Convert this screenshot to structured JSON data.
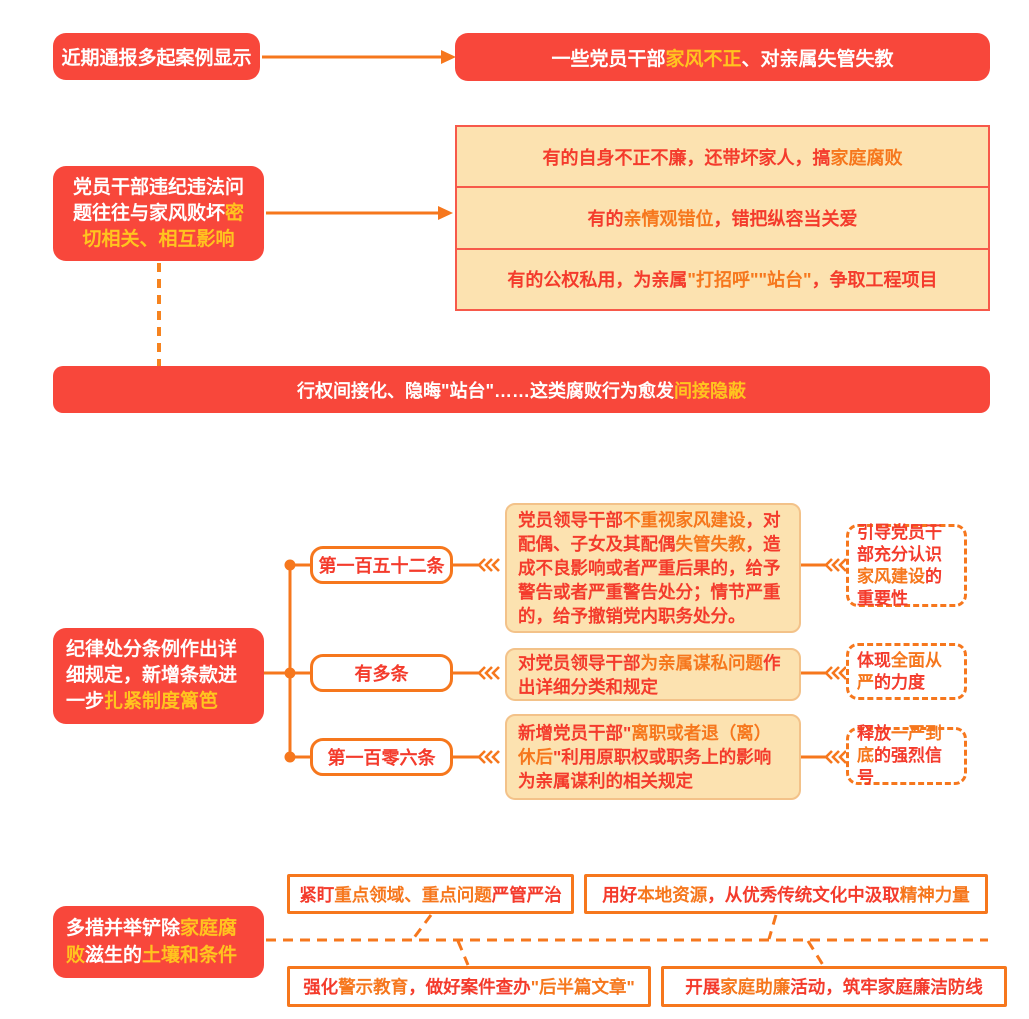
{
  "palette": {
    "box_red": "#f8473b",
    "highlight_yellow": "#ffc41f",
    "accent_orange": "#f6771d",
    "cream_fill": "#fce2b0",
    "table_border_red": "#f7594a",
    "text_red": "#f43b2c"
  },
  "section1": {
    "source_box": [
      {
        "t": "近期通报多起案例显示",
        "c": "w"
      }
    ],
    "result_box": [
      {
        "t": "一些党员干部",
        "c": "w"
      },
      {
        "t": "家风不正",
        "c": "y"
      },
      {
        "t": "、对亲属失管失教",
        "c": "w"
      }
    ]
  },
  "section2": {
    "left_box": [
      {
        "t": "党员干部违纪违法问题往往与家风败坏",
        "c": "w"
      },
      {
        "t": "密切相关、相互影响",
        "c": "y"
      }
    ],
    "rows": [
      [
        {
          "t": "有的自身不正不廉，还带坏家人，搞",
          "c": "r"
        },
        {
          "t": "家庭腐败",
          "c": "o"
        }
      ],
      [
        {
          "t": "有的",
          "c": "r"
        },
        {
          "t": "亲情观错位",
          "c": "o"
        },
        {
          "t": "，错把纵容当关爱",
          "c": "r"
        }
      ],
      [
        {
          "t": "有的公权私用，为亲属",
          "c": "r"
        },
        {
          "t": "\"打招呼\"\"站台\"",
          "c": "o"
        },
        {
          "t": "，争取工程项目",
          "c": "r"
        }
      ]
    ],
    "banner": [
      {
        "t": "行权间接化、隐晦\"站台\"……这类腐败行为愈发",
        "c": "w"
      },
      {
        "t": "间接隐蔽",
        "c": "y"
      }
    ]
  },
  "section3": {
    "left_box": [
      {
        "t": "纪律处分条例作出详细规定，新增条款进一步",
        "c": "w"
      },
      {
        "t": "扎紧制度篱笆",
        "c": "y"
      }
    ],
    "branches": [
      {
        "label": [
          {
            "t": "第一百五十二条",
            "c": "r"
          }
        ],
        "detail": [
          {
            "t": "党员领导干部",
            "c": "r"
          },
          {
            "t": "不重视家风建设",
            "c": "o"
          },
          {
            "t": "，对配偶、子女及其配偶",
            "c": "r"
          },
          {
            "t": "失管失教",
            "c": "o"
          },
          {
            "t": "，造成不良影响或者严重后果的，给予警告或者严重警告处分；情节严重的，给予撤销党内职务处分。",
            "c": "r"
          }
        ],
        "takeaway": [
          {
            "t": "引导党员干部充分认识",
            "c": "r"
          },
          {
            "t": "家风建设",
            "c": "o"
          },
          {
            "t": "的重要性",
            "c": "r"
          }
        ]
      },
      {
        "label": [
          {
            "t": "有多条",
            "c": "r"
          }
        ],
        "detail": [
          {
            "t": "对党员领导干部",
            "c": "r"
          },
          {
            "t": "为亲属谋私问题",
            "c": "o"
          },
          {
            "t": "作出详细分类和规定",
            "c": "r"
          }
        ],
        "takeaway": [
          {
            "t": "体现",
            "c": "r"
          },
          {
            "t": "全面从严",
            "c": "o"
          },
          {
            "t": "的力度",
            "c": "r"
          }
        ]
      },
      {
        "label": [
          {
            "t": "第一百零六条",
            "c": "r"
          }
        ],
        "detail": [
          {
            "t": "新增党员干部\"",
            "c": "r"
          },
          {
            "t": "离职或者退（离）休后",
            "c": "o"
          },
          {
            "t": "\"利用原职权或职务上的影响为亲属谋利的相关规定",
            "c": "r"
          }
        ],
        "takeaway": [
          {
            "t": "释放",
            "c": "r"
          },
          {
            "t": "一严到底",
            "c": "o"
          },
          {
            "t": "的强烈信号",
            "c": "r"
          }
        ]
      }
    ]
  },
  "section4": {
    "left_box": [
      {
        "t": "多措并举铲除",
        "c": "w"
      },
      {
        "t": "家庭腐败",
        "c": "y"
      },
      {
        "t": "滋生的",
        "c": "w"
      },
      {
        "t": "土壤和条件",
        "c": "y"
      }
    ],
    "measures": [
      [
        {
          "t": "紧盯",
          "c": "r"
        },
        {
          "t": "重点领域、重点问题",
          "c": "o"
        },
        {
          "t": "严管严治",
          "c": "r"
        }
      ],
      [
        {
          "t": "用好",
          "c": "r"
        },
        {
          "t": "本地资源",
          "c": "o"
        },
        {
          "t": "，从优秀传统文化中汲取",
          "c": "r"
        },
        {
          "t": "精神力量",
          "c": "o"
        }
      ],
      [
        {
          "t": "强化",
          "c": "r"
        },
        {
          "t": "警示教育",
          "c": "o"
        },
        {
          "t": "，做好案件查办",
          "c": "r"
        },
        {
          "t": "\"后半篇文章\"",
          "c": "o"
        }
      ],
      [
        {
          "t": "开展",
          "c": "r"
        },
        {
          "t": "家庭助廉",
          "c": "o"
        },
        {
          "t": "活动，筑牢家庭廉洁防线",
          "c": "r"
        }
      ]
    ]
  }
}
